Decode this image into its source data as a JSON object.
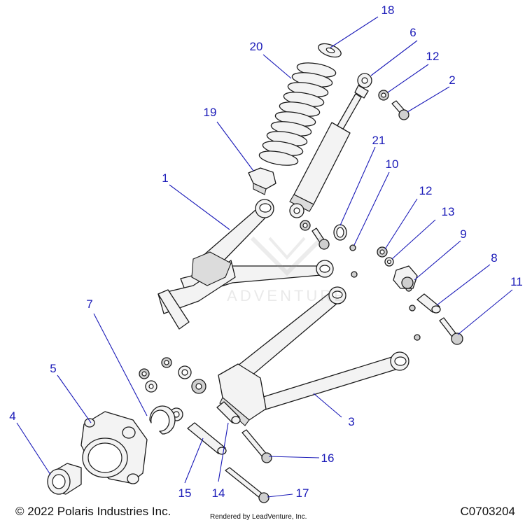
{
  "footer": {
    "copyright": "© 2022 Polaris Industries Inc.",
    "rendered_by": "Rendered by LeadVenture, Inc.",
    "diagram_code": "C0703204"
  },
  "watermark": {
    "text": "ADVENTURE"
  },
  "colors": {
    "callout": "#1a1ab8",
    "line_art": "#1a1a1a",
    "background": "#ffffff"
  },
  "callouts": [
    {
      "label": "1"
    },
    {
      "label": "2"
    },
    {
      "label": "3"
    },
    {
      "label": "4"
    },
    {
      "label": "5"
    },
    {
      "label": "6"
    },
    {
      "label": "7"
    },
    {
      "label": "8"
    },
    {
      "label": "9"
    },
    {
      "label": "10"
    },
    {
      "label": "11"
    },
    {
      "label": "12"
    },
    {
      "label": "12"
    },
    {
      "label": "13"
    },
    {
      "label": "14"
    },
    {
      "label": "15"
    },
    {
      "label": "16"
    },
    {
      "label": "17"
    },
    {
      "label": "18"
    },
    {
      "label": "19"
    },
    {
      "label": "20"
    },
    {
      "label": "21"
    }
  ]
}
